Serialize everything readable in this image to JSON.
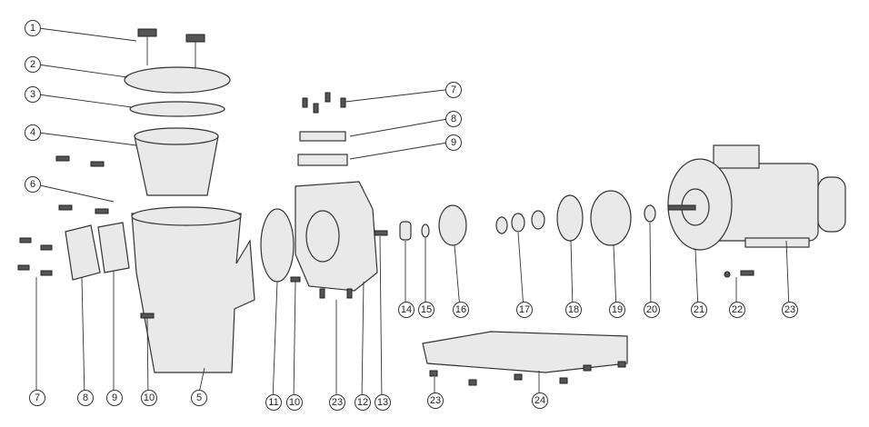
{
  "diagram": {
    "title": "Pump exploded view",
    "callouts": [
      {
        "id": "c1",
        "label": "1"
      },
      {
        "id": "c2",
        "label": "2"
      },
      {
        "id": "c3",
        "label": "3"
      },
      {
        "id": "c4",
        "label": "4"
      },
      {
        "id": "c6",
        "label": "6"
      },
      {
        "id": "c7a",
        "label": "7"
      },
      {
        "id": "c8a",
        "label": "8"
      },
      {
        "id": "c9a",
        "label": "9"
      },
      {
        "id": "c7b",
        "label": "7"
      },
      {
        "id": "c8b",
        "label": "8"
      },
      {
        "id": "c9b",
        "label": "9"
      },
      {
        "id": "c10a",
        "label": "10"
      },
      {
        "id": "c5",
        "label": "5"
      },
      {
        "id": "c11",
        "label": "11"
      },
      {
        "id": "c10b",
        "label": "10"
      },
      {
        "id": "c23a",
        "label": "23"
      },
      {
        "id": "c12",
        "label": "12"
      },
      {
        "id": "c13",
        "label": "13"
      },
      {
        "id": "c14",
        "label": "14"
      },
      {
        "id": "c15",
        "label": "15"
      },
      {
        "id": "c16",
        "label": "16"
      },
      {
        "id": "c17",
        "label": "17"
      },
      {
        "id": "c18",
        "label": "18"
      },
      {
        "id": "c19",
        "label": "19"
      },
      {
        "id": "c20",
        "label": "20"
      },
      {
        "id": "c21",
        "label": "21"
      },
      {
        "id": "c22",
        "label": "22"
      },
      {
        "id": "c23b",
        "label": "23"
      },
      {
        "id": "c23c",
        "label": "23"
      },
      {
        "id": "c24",
        "label": "24"
      }
    ]
  }
}
